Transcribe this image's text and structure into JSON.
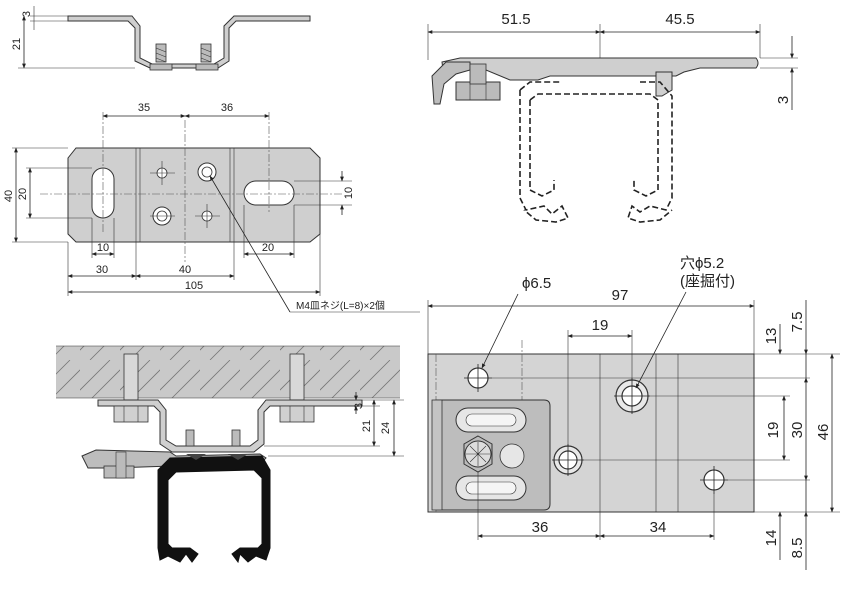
{
  "views": {
    "side_top": {
      "dims": {
        "left_3": "3",
        "left_21": "21"
      }
    },
    "plan": {
      "dims": {
        "top_35": "35",
        "top_36": "36",
        "left_40": "40",
        "left_20": "20",
        "right_10": "10",
        "bot_10": "10",
        "bot_20": "20",
        "bot_30": "30",
        "bot_40": "40",
        "bot_105": "105"
      },
      "note": "M4皿ネジ(L=8)×2個"
    },
    "section_top_right": {
      "dims": {
        "w_51_5": "51.5",
        "w_45_5": "45.5",
        "t_3": "3"
      }
    },
    "mounted": {
      "dims": {
        "d_3": "3",
        "d_21": "21",
        "d_24": "24"
      }
    },
    "detail": {
      "labels": {
        "hole_a": "ϕ6.5",
        "hole_b_line1": "穴ϕ5.2",
        "hole_b_line2": "(座掘付)"
      },
      "dims": {
        "w_97": "97",
        "w_19": "19",
        "w_36": "36",
        "w_34": "34",
        "r_13": "13",
        "r_7_5": "7.5",
        "r_19": "19",
        "r_30": "30",
        "r_46": "46",
        "r_14": "14",
        "r_8_5": "8.5"
      }
    }
  },
  "colors": {
    "part_fill": "#cfcfcf",
    "line": "#222222",
    "rail": "#111111",
    "ceiling_fill": "#c9c9c9"
  }
}
